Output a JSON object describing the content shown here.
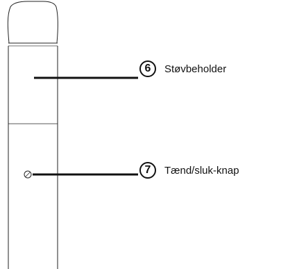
{
  "diagram": {
    "callouts": [
      {
        "number": "6",
        "label": "Støvbeholder"
      },
      {
        "number": "7",
        "label": "Tænd/sluk-knap"
      }
    ]
  }
}
